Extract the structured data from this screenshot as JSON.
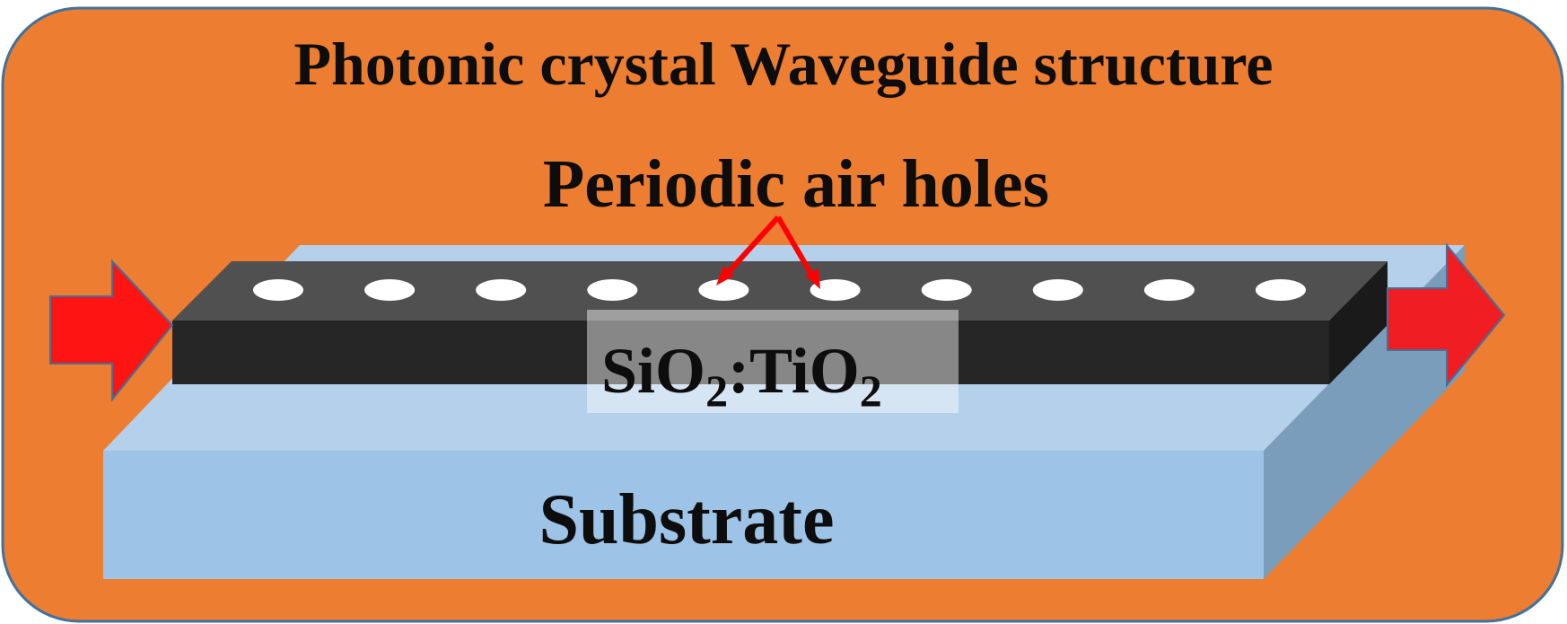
{
  "title": "Photonic crystal Waveguide structure",
  "holes_label": "Periodic air holes",
  "material_label": {
    "part1": "SiO",
    "sub1": "2",
    "part2": ":TiO",
    "sub2": "2"
  },
  "substrate_label": "Substrate",
  "hole_count": 10,
  "colors": {
    "background": "#ED7D31",
    "border": "#41719C",
    "substrate_top": "#B4D0EA",
    "substrate_front": "#9DC3E6",
    "substrate_side": "#7A9DBC",
    "waveguide_top": "#505050",
    "waveguide_front": "#262626",
    "waveguide_side": "#1A1A1A",
    "holes": "#FFFFFF",
    "arrows": "#FF0000"
  }
}
